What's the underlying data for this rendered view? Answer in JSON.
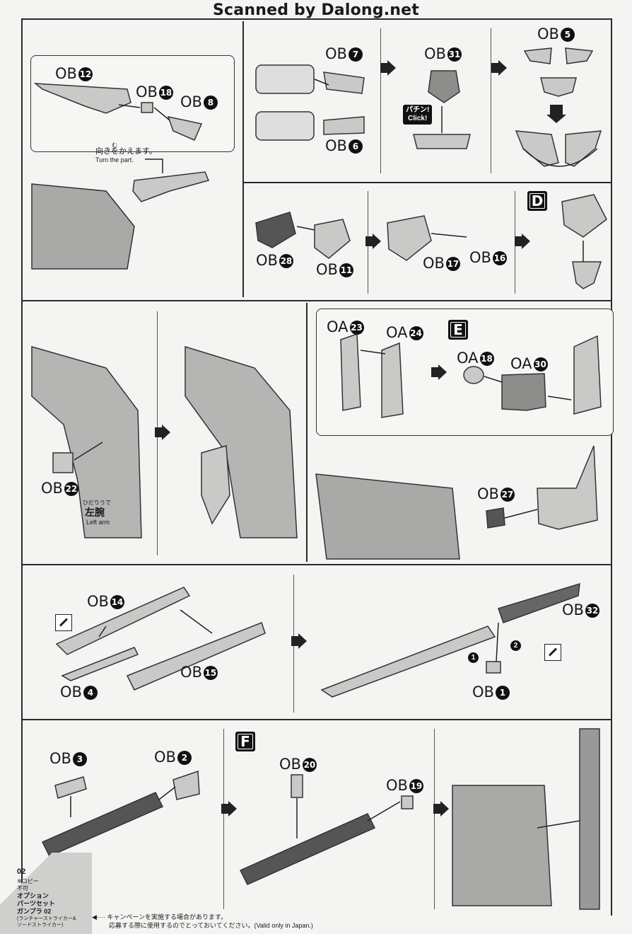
{
  "header": {
    "title": "Scanned by Dalong.net"
  },
  "labels": {
    "ob12": "OB",
    "ob12n": "12",
    "ob18": "OB",
    "ob18n": "18",
    "ob8": "OB",
    "ob8n": "8",
    "ob7": "OB",
    "ob7n": "7",
    "ob6": "OB",
    "ob6n": "6",
    "ob31": "OB",
    "ob31n": "31",
    "ob5": "OB",
    "ob5n": "5",
    "ob28": "OB",
    "ob28n": "28",
    "ob11": "OB",
    "ob11n": "11",
    "ob17": "OB",
    "ob17n": "17",
    "ob16": "OB",
    "ob16n": "16",
    "oa23": "OA",
    "oa23n": "23",
    "oa24": "OA",
    "oa24n": "24",
    "oa18": "OA",
    "oa18n": "18",
    "oa30": "OA",
    "oa30n": "30",
    "ob27": "OB",
    "ob27n": "27",
    "ob22": "OB",
    "ob22n": "22",
    "ob14": "OB",
    "ob14n": "14",
    "ob15": "OB",
    "ob15n": "15",
    "ob4": "OB",
    "ob4n": "4",
    "ob32": "OB",
    "ob32n": "32",
    "ob1": "OB",
    "ob1n": "1",
    "ob3": "OB",
    "ob3n": "3",
    "ob2": "OB",
    "ob2n": "2",
    "ob20": "OB",
    "ob20n": "20",
    "ob19": "OB",
    "ob19n": "19"
  },
  "steps": {
    "d": "D",
    "e": "E",
    "f": "F"
  },
  "notes": {
    "turn_ruby": "む",
    "turn_jp": "向きをかえます。",
    "turn_en": "Turn the part.",
    "click_jp": "パチン!",
    "click_en": "Click!",
    "left_arm_ruby": "ひだりうで",
    "left_arm_jp": "左腕",
    "left_arm_en": "Left arm"
  },
  "order": {
    "one": "1",
    "two": "2"
  },
  "footer": {
    "page": "02",
    "copy_jp_1": "※コピー",
    "copy_jp_2": "不可",
    "product_1": "オプション",
    "product_2": "パーツセット",
    "product_3": "ガンプラ 02",
    "product_4": "(ランチャーストライカー&",
    "product_5": "ソードストライカー)",
    "campaign_1": "キャンペーンを実施する場合があります。",
    "campaign_2": "応募する際に使用するのでとっておいてください。(Valid only in Japan.)"
  }
}
